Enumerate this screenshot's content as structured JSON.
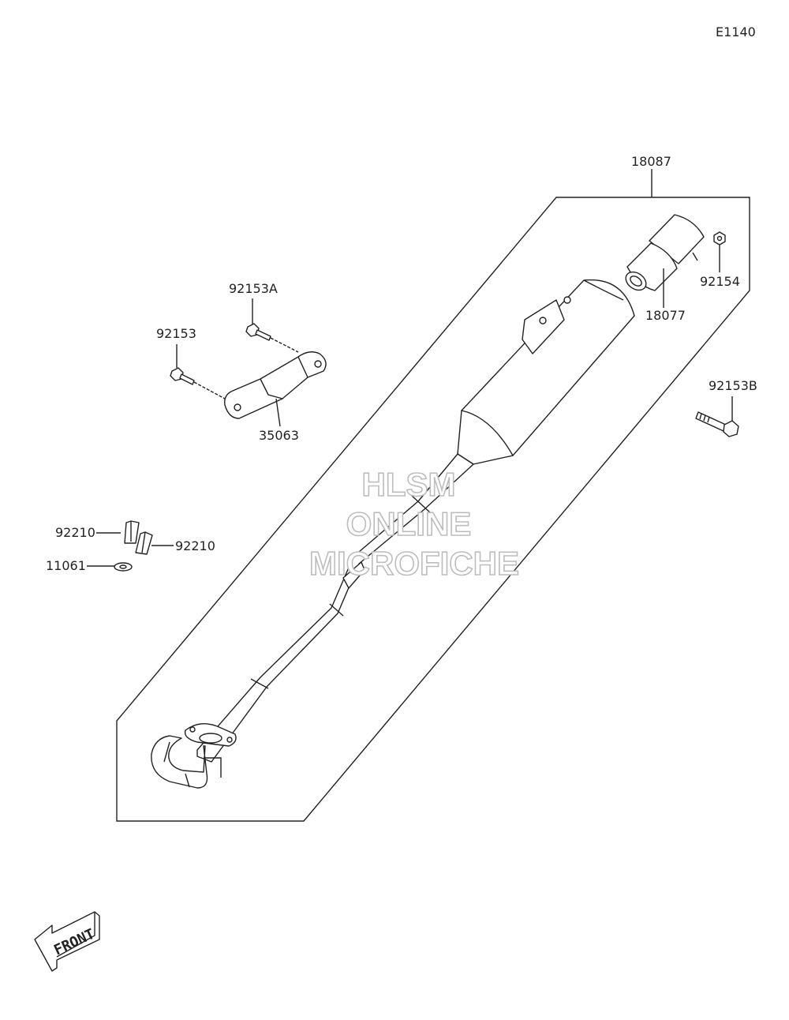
{
  "diagram_code": "E1140",
  "labels": {
    "muffler_assy": "18087",
    "tail_pipe": "18077",
    "nut_92154": "92154",
    "bolt_92153b": "92153B",
    "bolt_92153a": "92153A",
    "bolt_92153": "92153",
    "bracket": "35063",
    "clip_upper": "92210",
    "clip_lower": "92210",
    "gasket": "11061"
  },
  "watermark": {
    "line1": "HLSM",
    "line2": "ONLINE",
    "line3": "MICROFICHE"
  },
  "front_arrow": "FRONT"
}
